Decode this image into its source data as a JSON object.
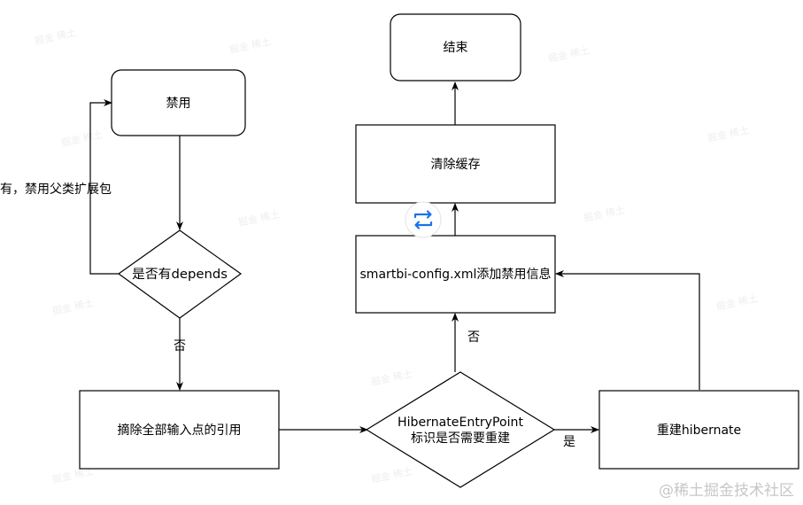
{
  "nodes": {
    "end": "结束",
    "disable": "禁用",
    "clear_cache": "清除缓存",
    "config_add": "smartbi-config.xml添加禁用信息",
    "has_depends": "是否有depends",
    "remove_refs": "摘除全部输入点的引用",
    "hib_check_line1": "HibernateEntryPoint",
    "hib_check_line2": "标识是否需要重建",
    "rebuild": "重建hibernate"
  },
  "edges": {
    "depends_yes": "有，禁用父类扩展包",
    "depends_no": "否",
    "hib_no": "否",
    "hib_yes": "是"
  },
  "watermark": {
    "site": "@稀土掘金技术社区",
    "faint": "掘金 稀土"
  },
  "colors": {
    "stroke": "#000000",
    "fill": "#ffffff",
    "sync_badge": "#1a73e8",
    "watermark": "#c7c7c7"
  }
}
